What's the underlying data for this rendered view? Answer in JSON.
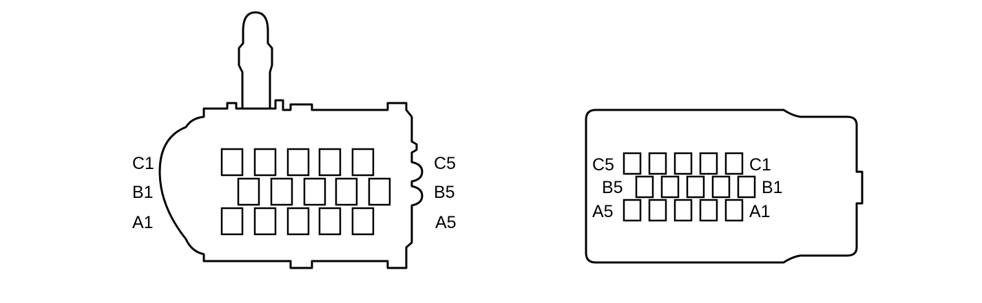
{
  "left_connector": {
    "labels": {
      "c1": "C1",
      "b1": "B1",
      "a1": "A1",
      "c5": "C5",
      "b5": "B5",
      "a5": "A5"
    }
  },
  "right_connector": {
    "labels": {
      "c5": "C5",
      "b5": "B5",
      "a5": "A5",
      "c1": "C1",
      "b1": "B1",
      "a1": "A1"
    }
  },
  "colors": {
    "line": "#000000",
    "background": "#ffffff"
  }
}
